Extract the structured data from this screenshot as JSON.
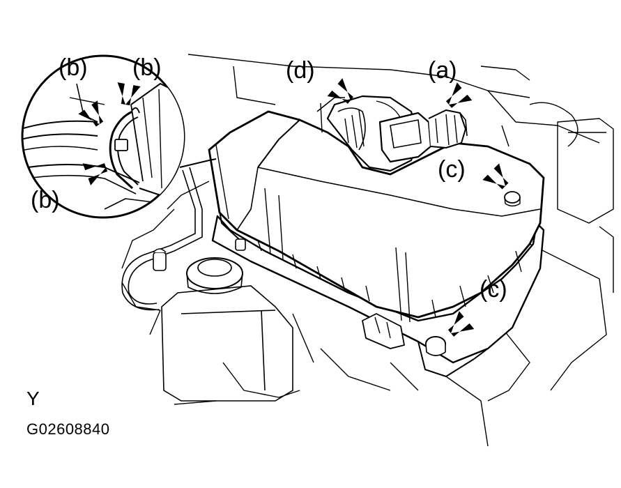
{
  "figure": {
    "callouts": {
      "a": "(a)",
      "b_top_left": "(b)",
      "b_top_right": "(b)",
      "b_bottom": "(b)",
      "c_upper": "(c)",
      "c_lower": "(c)",
      "d": "(d)"
    },
    "view_mark": "Y",
    "figure_code": "G02608840"
  },
  "colors": {
    "ink": "#000000",
    "paper": "#ffffff"
  },
  "icons": [
    "pointer-arrow-icon"
  ]
}
